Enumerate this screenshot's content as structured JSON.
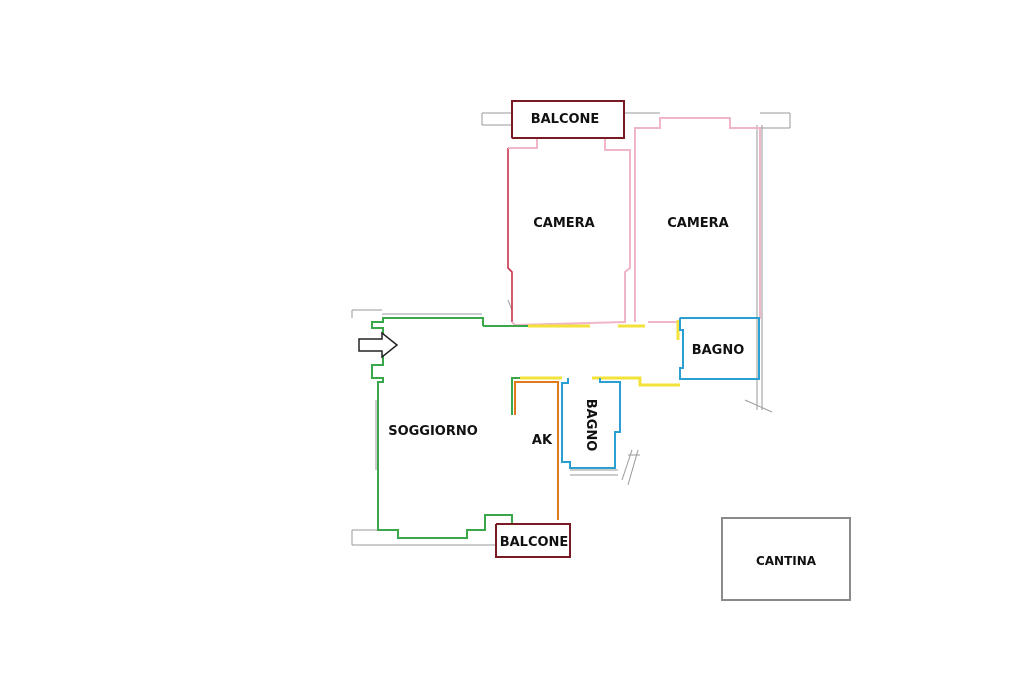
{
  "rooms": {
    "balcone_top": "BALCONE",
    "camera_left": "CAMERA",
    "camera_right": "CAMERA",
    "bagno_right": "BAGNO",
    "bagno_center": "BAGNO",
    "soggiorno": "SOGGIORNO",
    "ak": "AK",
    "balcone_bottom": "BALCONE",
    "cantina": "CANTINA"
  },
  "colors": {
    "balcone": "#7a1a24",
    "camera_left": "#c8334a",
    "camera_pink": "#f0b6c8",
    "bagno": "#2a9fd0",
    "soggiorno": "#3aa84a",
    "ak": "#e07a1a",
    "corridor": "#f2e23a",
    "cantina": "#8a8a8a",
    "structure": "#9a9a9a"
  },
  "icons": {
    "entrance": "entrance-arrow-icon"
  }
}
